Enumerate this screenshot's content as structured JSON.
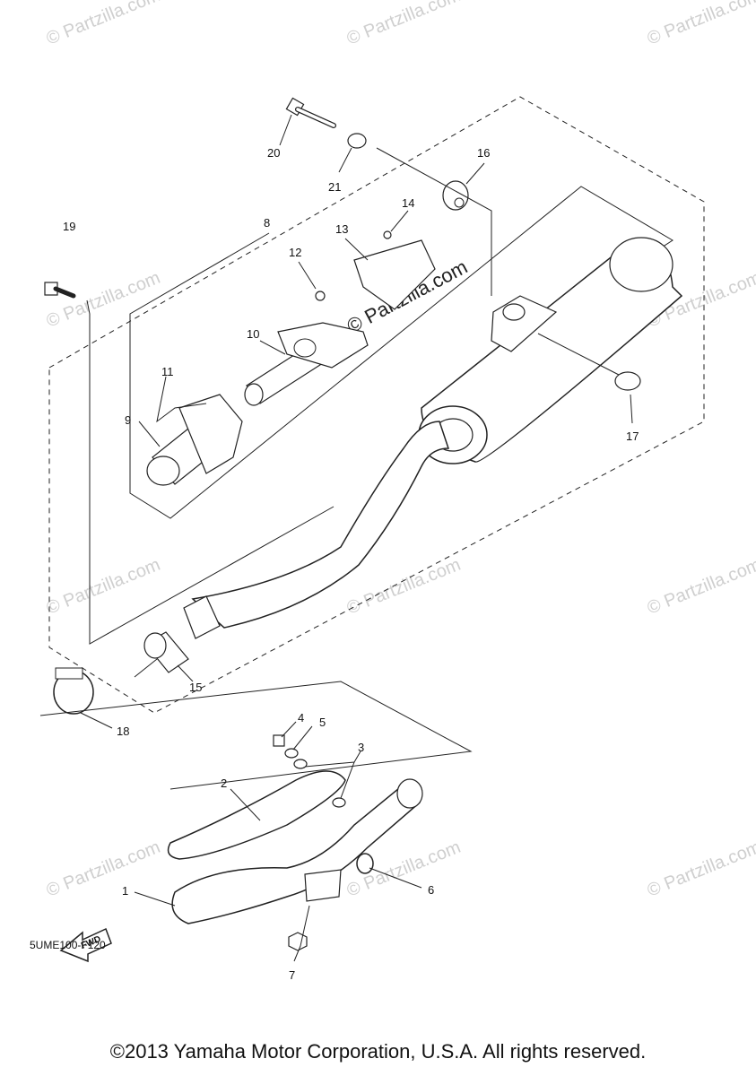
{
  "watermark": {
    "tile_text": "© Partzilla.com",
    "center_text": "© Partzilla.com"
  },
  "diagram_code": "5UME100-F120",
  "fwd_label": "FWD",
  "copyright": "©2013 Yamaha Motor Corporation, U.S.A. All rights reserved.",
  "parts": [
    {
      "ref": "1"
    },
    {
      "ref": "2"
    },
    {
      "ref": "3"
    },
    {
      "ref": "4"
    },
    {
      "ref": "5"
    },
    {
      "ref": "6"
    },
    {
      "ref": "7"
    },
    {
      "ref": "8"
    },
    {
      "ref": "9"
    },
    {
      "ref": "10"
    },
    {
      "ref": "11"
    },
    {
      "ref": "12"
    },
    {
      "ref": "13"
    },
    {
      "ref": "14"
    },
    {
      "ref": "15"
    },
    {
      "ref": "16"
    },
    {
      "ref": "17"
    },
    {
      "ref": "18"
    },
    {
      "ref": "19"
    },
    {
      "ref": "20"
    },
    {
      "ref": "21"
    }
  ]
}
